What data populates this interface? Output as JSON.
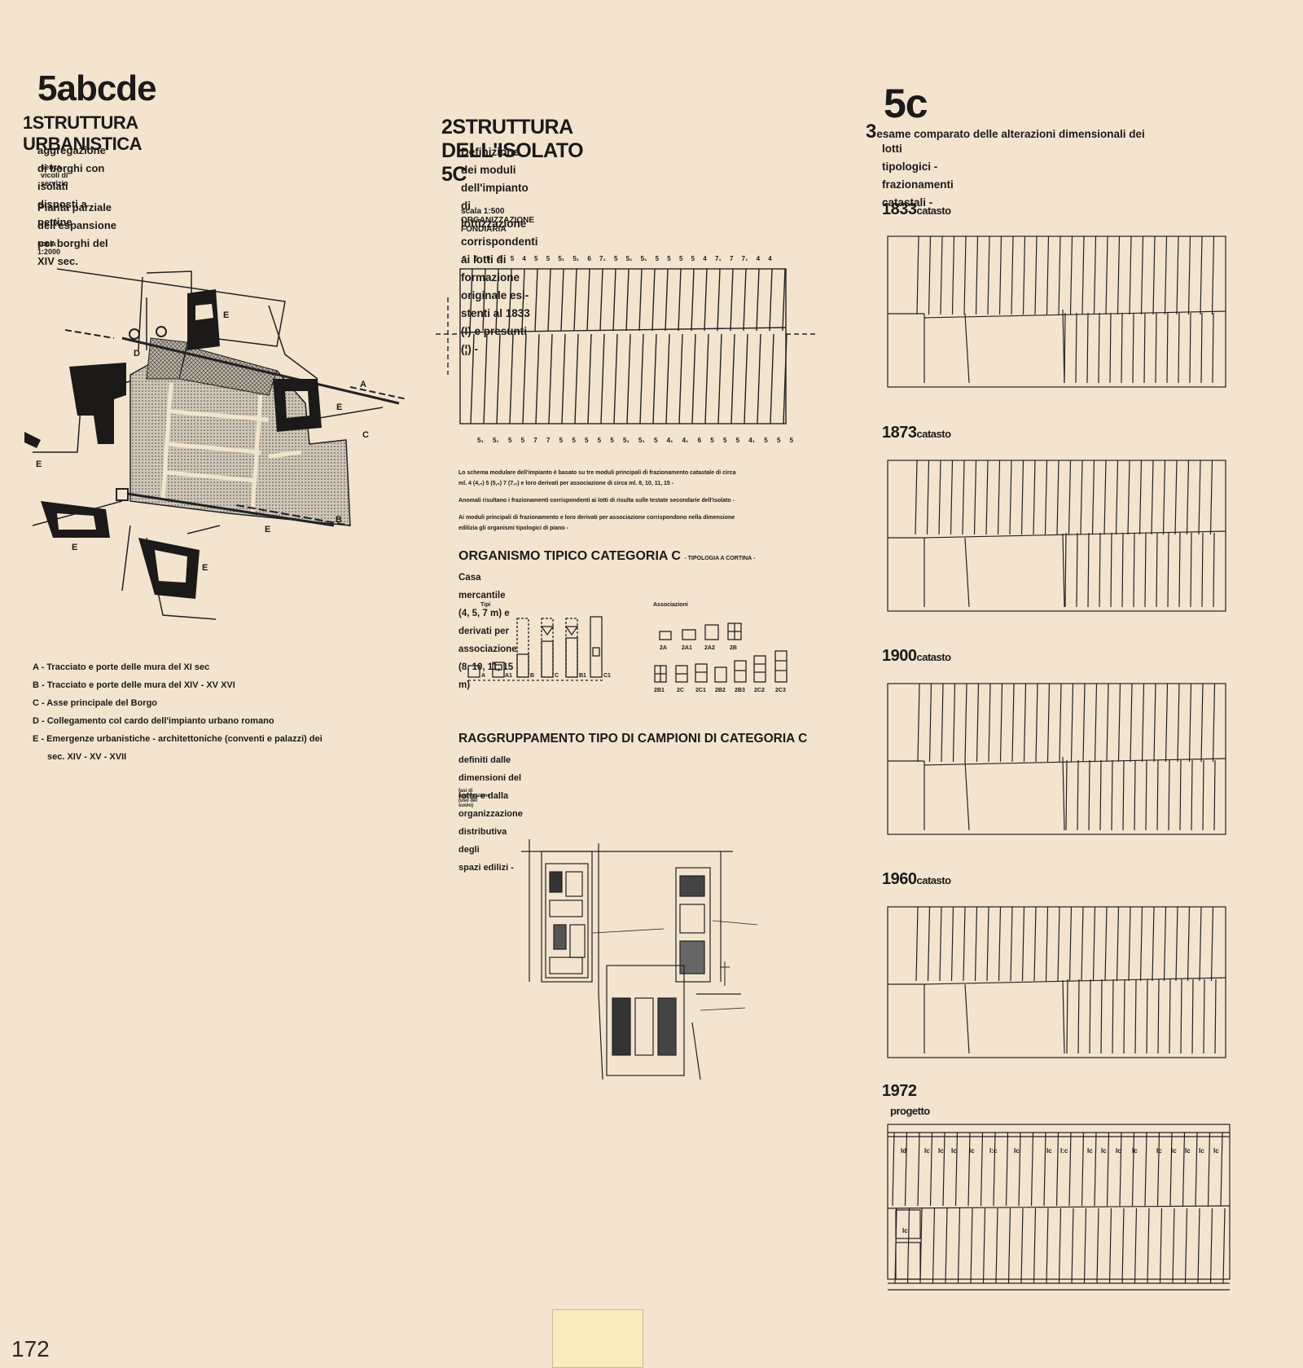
{
  "col1": {
    "big": "5abcde",
    "num": "1",
    "heading": "STRUTTURA URBANISTICA",
    "line1": "aggregazione di borghi con isolati disposti a pettine",
    "line2": "senza vicoli di servizio",
    "plan": "Pianta parziale dell'espansione per borghi del XIV sec.",
    "scale": "scala 1:2000",
    "map_labels": [
      "E",
      "D",
      "A",
      "E",
      "C",
      "B",
      "E",
      "E",
      "E",
      "E",
      "E"
    ],
    "legend": [
      "A - Tracciato e porte delle mura del XI sec",
      "B - Tracciato e porte delle mura del XIV - XV XVI",
      "C - Asse principale del Borgo",
      "D - Collegamento col cardo dell'impianto urbano romano",
      "E - Emergenze urbanistiche - architettoniche (conventi e palazzi) dei",
      "sec. XIV - XV - XVII"
    ]
  },
  "col2": {
    "num": "2",
    "heading": "STRUTTURA DELL'ISOLATO 5C",
    "desc": [
      "Definizione dei moduli dell'impianto di lottizzazione",
      "corrispondenti ai lotti di formazione originale esi-",
      "stenti al 1833 (I) e presunti (¦) -"
    ],
    "scale": "scala 1:500  ORGANIZZAZIONE FONDIARIA",
    "top_modules": "5 5 5 5 5 4 5 5 5₁ 5₁ 6 7₁ 5 5₁ 5₁ 5 5 5 5 4 7₁ 7 7₁ 4 4",
    "bottom_modules": "5₁ 5₁ 5 5 7 7 5 5 5 5 5 5₁ 5₁ 5 4₁ 4₁ 6 5 5 5 4₁ 5 5 5",
    "notes": [
      "Lo schema modulare dell'impianto è basato su tre moduli principali di frazionamento catastale di circa",
      "ml. 4 (4,₅) 5 (5,₅) 7 (7,₅) e loro derivati per associazione di circa ml. 8, 10, 11, 15 -",
      "Anomali risultano i frazionamenti corrispondenti ai lotti di risulta sulle testate secondarie dell'isolato -",
      "Ai moduli principali di frazionamento e loro derivati per associazione corrispondono nella dimensione",
      "edilizia gli organismi tipologici di piano -"
    ],
    "organismo_title": "ORGANISMO TIPICO CATEGORIA C",
    "organismo_tag": "- TIPOLOGIA A CORTINA -",
    "organismo_sub": "Casa mercantile (4, 5, 7 m) e derivati per associazione (8, 10, 11, 15 m)",
    "tipi_label": "Tipi",
    "tipi": [
      "A",
      "A1",
      "B",
      "C",
      "B1",
      "C1"
    ],
    "assoc_label": "Associazioni",
    "assoc_top": [
      "2A",
      "2A1",
      "2A2",
      "2B"
    ],
    "assoc_bottom": [
      "2B1",
      "2C",
      "2C1",
      "2B2",
      "2B3",
      "2C2",
      "2C3"
    ],
    "raggr_title": "RAGGRUPPAMENTO TIPO DI CAMPIONI DI CATEGORIA C",
    "raggr_sub": [
      "definiti dalle dimensioni del lotto e dalla organizzazione distributiva degli",
      "spazi edilizi -"
    ],
    "raggr_small": "fasi di aggregazione (uso del suolo)"
  },
  "col3": {
    "big": "5c",
    "num": "3",
    "heading": [
      "esame comparato delle alterazioni dimensionali dei",
      "lotti tipologici - frazionamenti catastali -"
    ],
    "years": [
      {
        "year": "1833",
        "label": "catasto"
      },
      {
        "year": "1873",
        "label": "catasto"
      },
      {
        "year": "1900",
        "label": "catasto"
      },
      {
        "year": "1960",
        "label": "catasto"
      },
      {
        "year": "1972",
        "label": "progetto"
      }
    ],
    "progetto_labels": [
      "Id",
      "Ic",
      "Ic",
      "Ic",
      "Ic",
      "I:c",
      "Ic",
      "Ic",
      "I:c",
      "Ic",
      "Ic",
      "Ic",
      "Ic",
      "Ic",
      "Ic",
      "Ic",
      "Ic",
      "Ic",
      "Ic"
    ]
  },
  "page_number": "172"
}
